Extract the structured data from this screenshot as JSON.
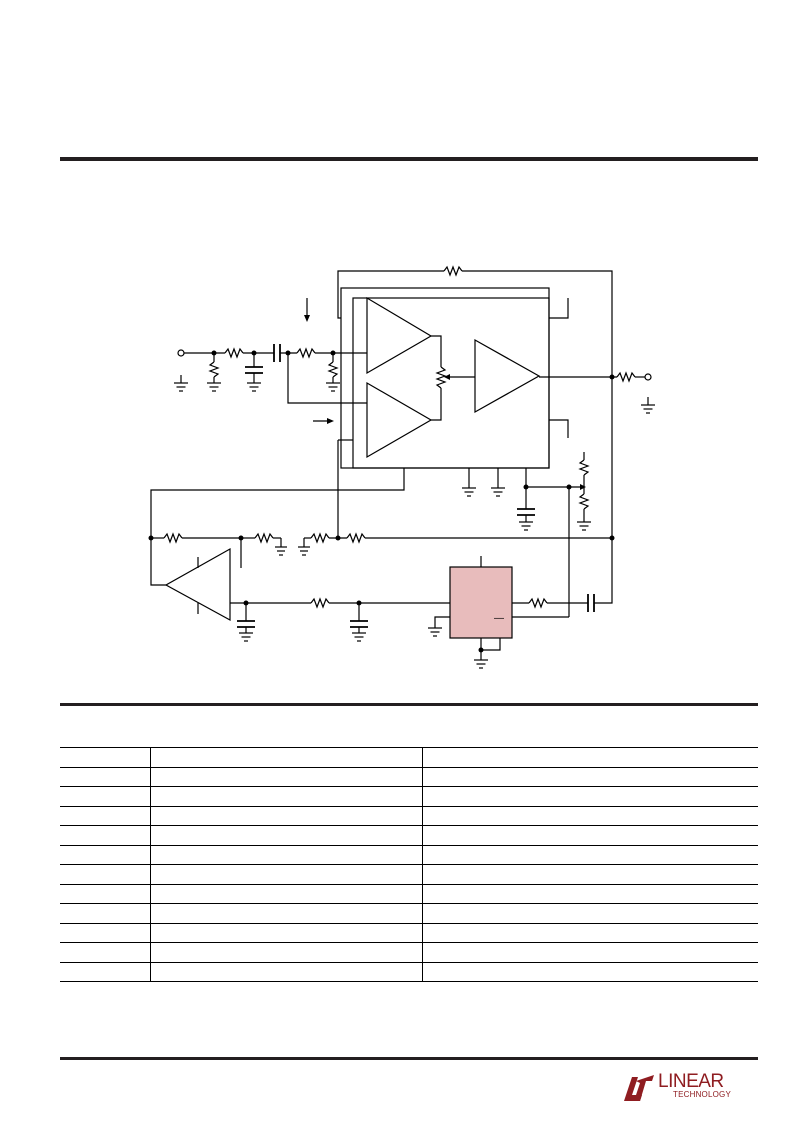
{
  "logo": {
    "word": "LINEAR",
    "sub": "TECHNOLOGY",
    "brand_color": "#8f1d21"
  },
  "schematic": {
    "highlight_block_color": "#e8bcbc",
    "highlight_block_label": "—"
  },
  "parts_table": {
    "rows": 12,
    "columns": 3
  }
}
